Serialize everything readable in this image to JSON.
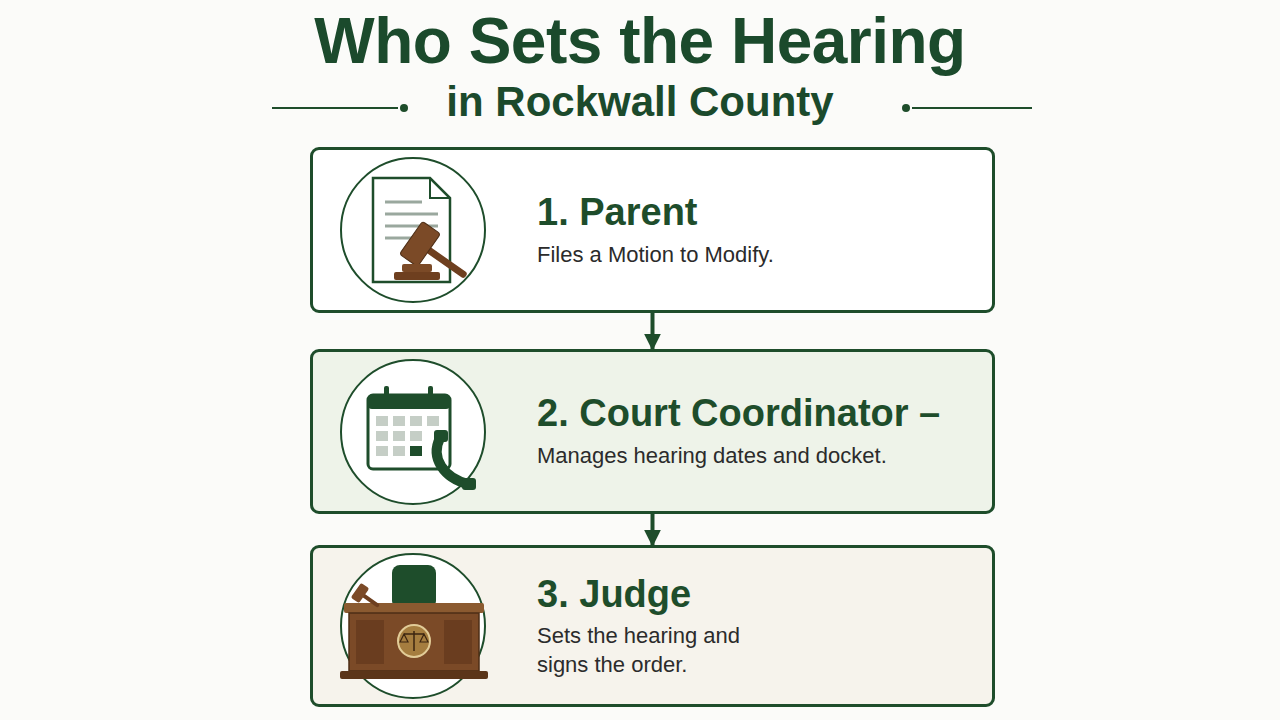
{
  "diagram": {
    "title": "Who Sets the Hearing",
    "nodes": [
      {
        "text": [
          "1. Parent",
          "Files a Motion to Modify."
        ]
      },
      {
        "text": [
          "2. Court Coordinator –",
          "Manages hearing dates and docket."
        ]
      },
      {
        "text": [
          "3. Judge",
          "Sets the hearing and signs the order."
        ]
      }
    ],
    "edges": [
      {
        "from": 0,
        "to": 1,
        "arrow": "to"
      },
      {
        "from": 1,
        "to": 2,
        "arrow": "to"
      }
    ],
    "labels": [
      "in Rockwall County"
    ]
  }
}
